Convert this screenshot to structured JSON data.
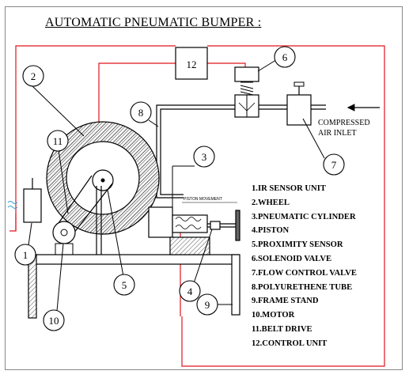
{
  "title": "AUTOMATIC PNEUMATIC BUMPER :",
  "inlet_label_line1": "COMPRESSED",
  "inlet_label_line2": "AIR INLET",
  "piston_movement_label": "PISTON MOVEMENT",
  "callouts": {
    "c1": "1",
    "c2": "2",
    "c3": "3",
    "c4": "4",
    "c5": "5",
    "c6": "6",
    "c7": "7",
    "c8": "8",
    "c9": "9",
    "c10": "10",
    "c11": "11",
    "c12": "12"
  },
  "legend": [
    "1.IR SENSOR UNIT",
    "2.WHEEL",
    "3.PNEUMATIC CYLINDER",
    "4.PISTON",
    "5.PROXIMITY SENSOR",
    "6.SOLENOID VALVE",
    "7.FLOW CONTROL VALVE",
    "8.POLYURETHENE TUBE",
    "9.FRAME STAND",
    "10.MOTOR",
    "11.BELT DRIVE",
    "12.CONTROL UNIT"
  ],
  "colors": {
    "wire": "#e0141e",
    "line": "#000000"
  }
}
